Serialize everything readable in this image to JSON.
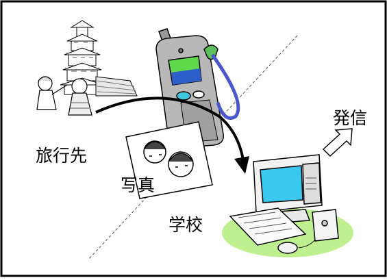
{
  "labels": {
    "travel_destination": "旅行先",
    "photo": "写真",
    "school": "学校",
    "send": "発信"
  },
  "colors": {
    "border": "#000000",
    "screen_green": "#5fd84a",
    "screen_blue": "#2e5fc8",
    "strap_blue": "#4a55d0",
    "clip_green": "#5cc05c",
    "monitor_screen": "#38c8f0",
    "desk_green": "#bff090"
  },
  "icons": {
    "castle": "castle-illustration",
    "tourists": "tourists-illustration",
    "phone": "camera-phone-illustration",
    "photo": "photo-print-illustration",
    "computer": "school-computer-illustration",
    "arrow_transfer": "curved-arrow",
    "arrow_send": "up-right-arrow"
  }
}
